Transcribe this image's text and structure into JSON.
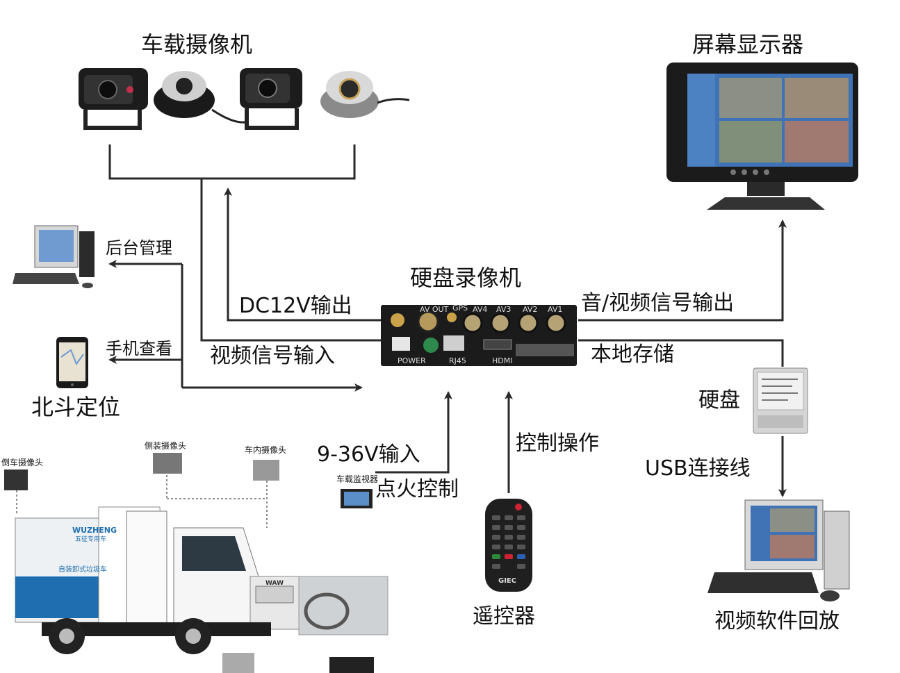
{
  "titles": {
    "cameras": "车载摄像机",
    "monitor": "屏幕显示器",
    "dvr": "硬盘录像机"
  },
  "labels": {
    "backend": "后台管理",
    "phone": "手机查看",
    "beidou": "北斗定位",
    "dc_out": "DC12V输出",
    "av_out": "音/视频信号输出",
    "video_in": "视频信号输入",
    "local_storage": "本地存储",
    "hdd": "硬盘",
    "usb": "USB连接线",
    "power_in": "9-36V输入",
    "ignition": "点火控制",
    "control": "控制操作",
    "remote": "遥控器",
    "playback": "视频软件回放"
  },
  "truck": {
    "rear_cam": "倒车摄像头",
    "side_cam": "侧装摄像头",
    "cabin_cam": "车内摄像头",
    "monitor": "车载监视器",
    "brand": "WUZHENG",
    "brand_cn": "五征专用车",
    "body_text": "自装卸式垃圾车",
    "grille": "WAW"
  },
  "dvr_panel": {
    "av_out": "AV OUT",
    "gps": "GPS",
    "av4": "AV4",
    "av3": "AV3",
    "av2": "AV2",
    "av1": "AV1",
    "power": "POWER",
    "rj45": "RJ45",
    "hdmi": "HDMI"
  },
  "remote_brand": "GIEC",
  "colors": {
    "line": "#2a2a2a",
    "device_dark": "#1b1b1b",
    "screen_blue": "#3f73b5",
    "truck_blue": "#1f6fb0"
  }
}
